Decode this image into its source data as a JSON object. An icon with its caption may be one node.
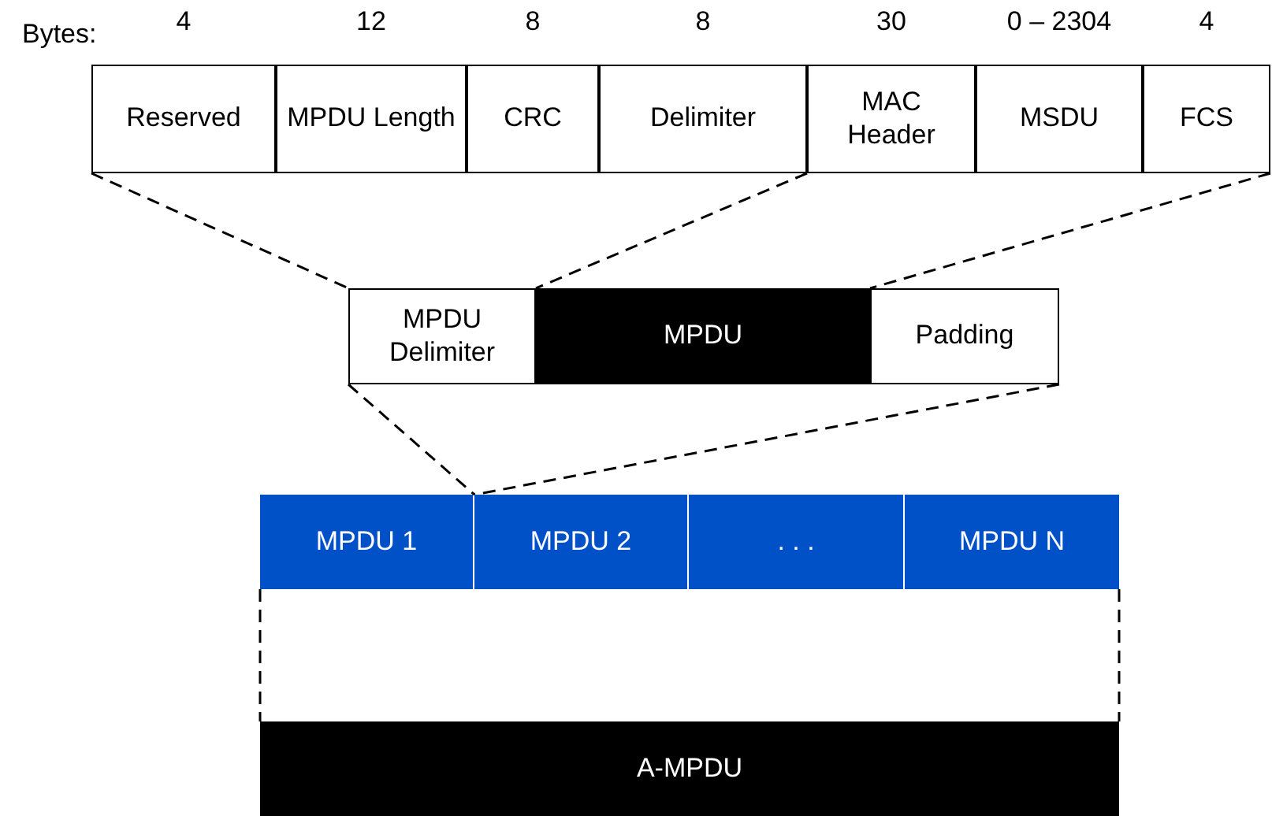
{
  "diagram": {
    "nodes": [
      {
        "text": [
          "Reserved"
        ],
        "beside": [
          "4"
        ]
      },
      {
        "text": [
          "MPDU Length"
        ],
        "beside": [
          "12"
        ]
      },
      {
        "text": [
          "CRC"
        ],
        "beside": [
          "8"
        ]
      },
      {
        "text": [
          "Delimiter"
        ],
        "beside": [
          "8"
        ]
      },
      {
        "text": [
          "MAC Header"
        ],
        "beside": [
          "30"
        ]
      },
      {
        "text": [
          "MSDU"
        ],
        "beside": [
          "0 – 2304"
        ]
      },
      {
        "text": [
          "FCS"
        ],
        "beside": [
          "4"
        ]
      },
      {
        "text": [
          "MPDU Delimiter"
        ]
      },
      {
        "text": [
          "MPDU"
        ]
      },
      {
        "text": [
          "Padding"
        ]
      },
      {
        "text": [
          "MPDU 1"
        ]
      },
      {
        "text": [
          "MPDU 2"
        ]
      },
      {
        "text": [
          ". . ."
        ]
      },
      {
        "text": [
          "MPDU N"
        ]
      },
      {
        "text": [
          "A-MPDU"
        ]
      }
    ],
    "edges": [
      {
        "from": 0,
        "to": 7,
        "arrow": "none",
        "style": "dashed"
      },
      {
        "from": 3,
        "to": 8,
        "arrow": "none",
        "style": "dashed"
      },
      {
        "from": 6,
        "to": 8,
        "arrow": "none",
        "style": "dashed"
      },
      {
        "from": 7,
        "to": 11,
        "arrow": "none",
        "style": "dashed"
      },
      {
        "from": 9,
        "to": 11,
        "arrow": "none",
        "style": "dashed"
      },
      {
        "from": 10,
        "to": 14,
        "arrow": "none",
        "style": "dashed"
      },
      {
        "from": 13,
        "to": 14,
        "arrow": "none",
        "style": "dashed"
      }
    ],
    "labels": [
      "Bytes:"
    ]
  }
}
